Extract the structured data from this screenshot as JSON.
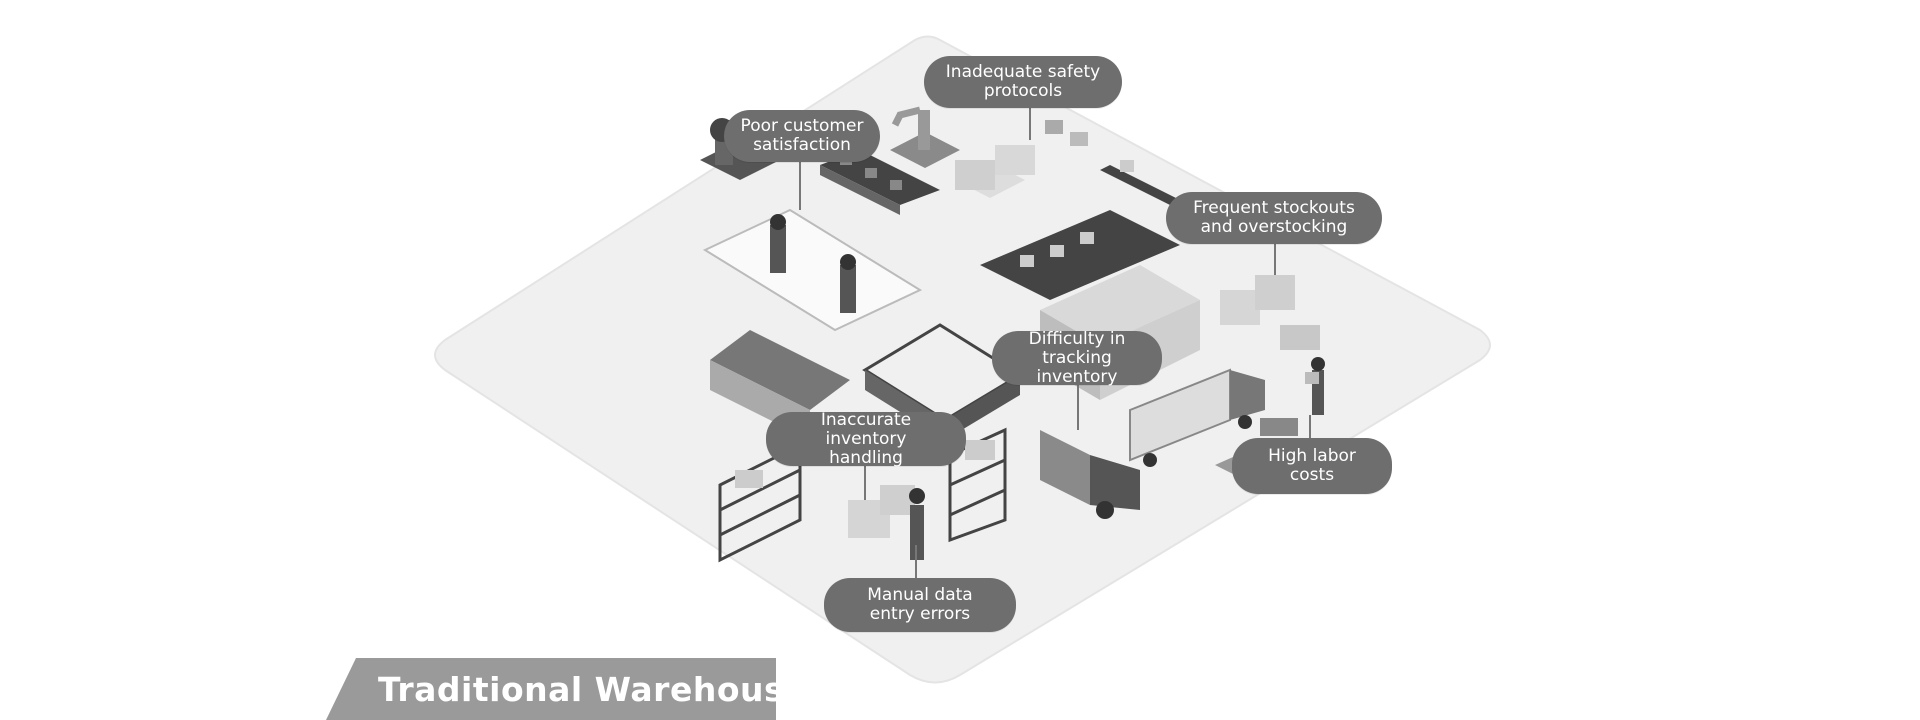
{
  "title": "Traditional Warehouse",
  "colors": {
    "callout_bg": "#6e6e6e",
    "platform": "#f1f1f1",
    "banner": "#9a9a9a"
  },
  "callouts": [
    {
      "id": "safety",
      "label": "Inadequate safety\nprotocols"
    },
    {
      "id": "customer",
      "label": "Poor customer\nsatisfaction"
    },
    {
      "id": "stockouts",
      "label": "Frequent stockouts\nand overstocking"
    },
    {
      "id": "tracking",
      "label": "Difficulty in\ntracking inventory"
    },
    {
      "id": "inventory",
      "label": "Inaccurate inventory\nhandling"
    },
    {
      "id": "labor",
      "label": "High labor costs"
    },
    {
      "id": "manual",
      "label": "Manual data\nentry errors"
    }
  ]
}
